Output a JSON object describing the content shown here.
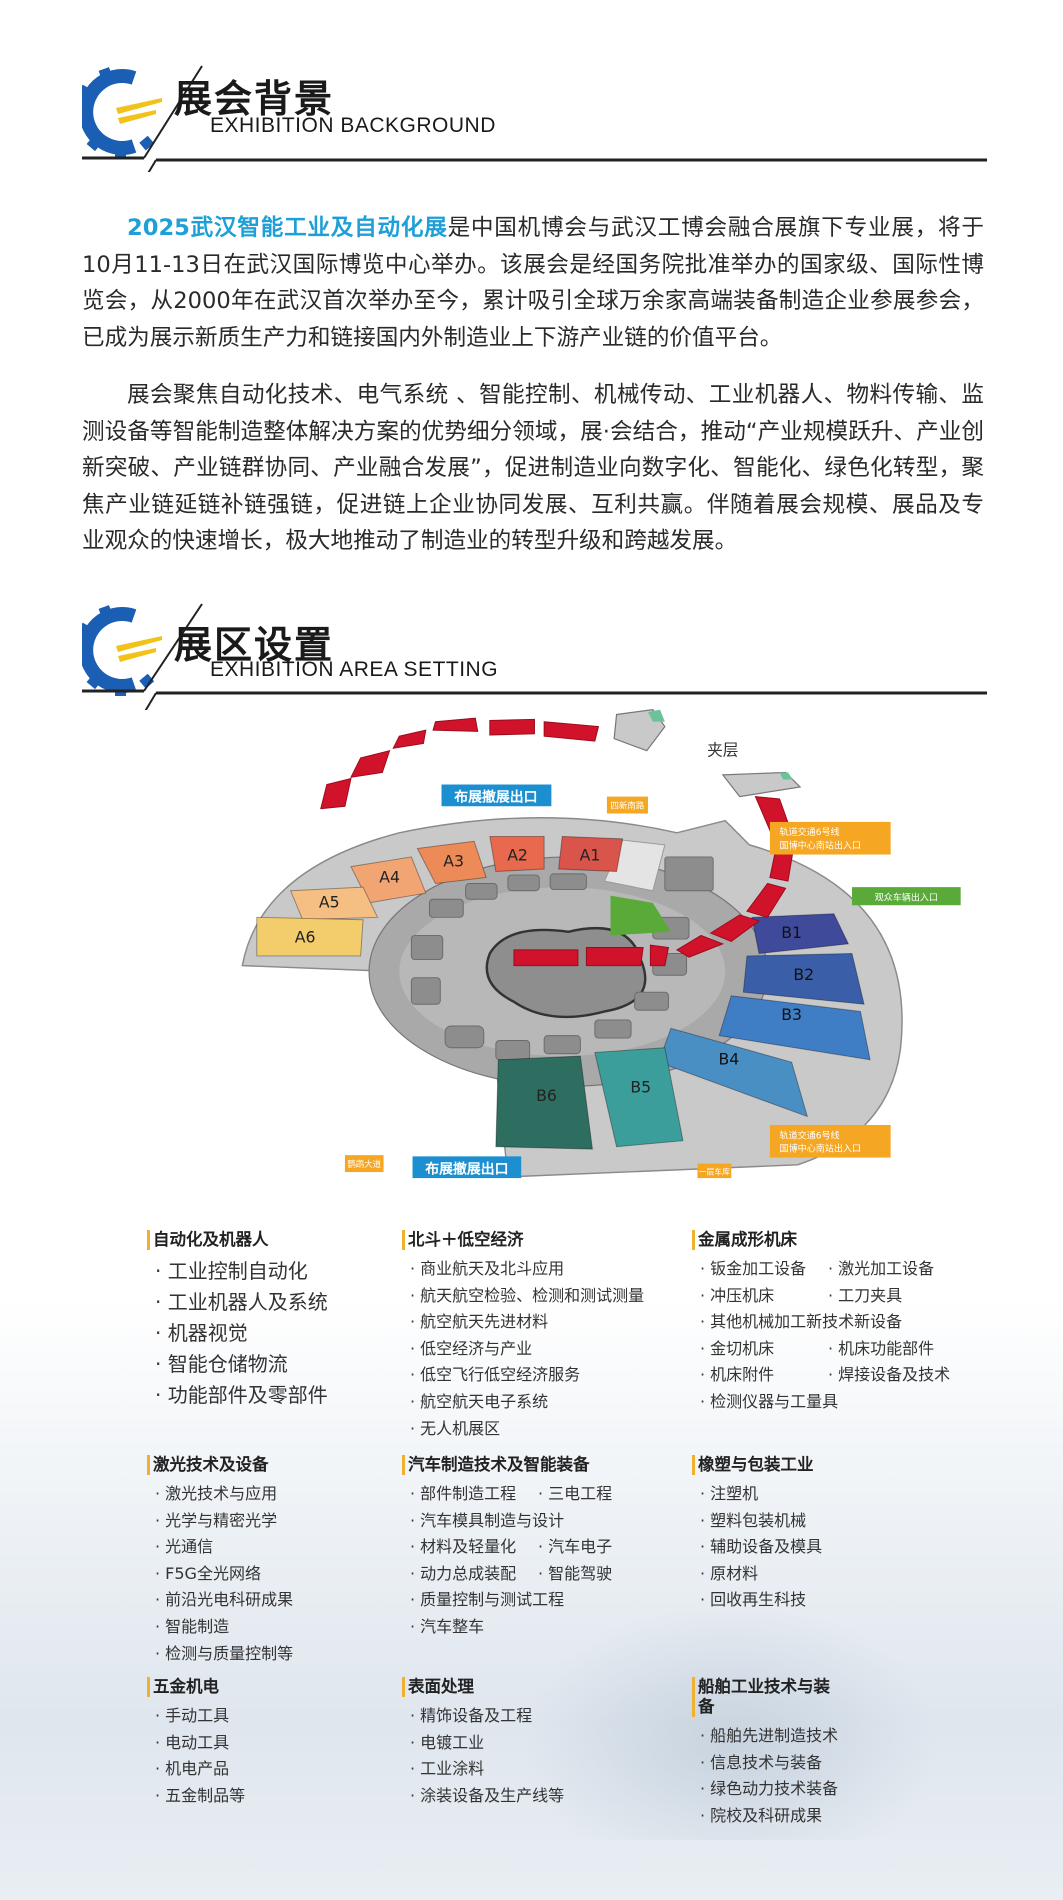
{
  "section1": {
    "title": "展会背景",
    "subtitle": "EXHIBITION BACKGROUND"
  },
  "intro": {
    "highlight": "2025武汉智能工业及自动化展",
    "p1": "是中国机博会与武汉工博会融合展旗下专业展，将于10月11-13日在武汉国际博览中心举办。该展会是经国务院批准举办的国家级、国际性博览会，从2000年在武汉首次举办至今，累计吸引全球万余家高端装备制造企业参展参会，已成为展示新质生产力和链接国内外制造业上下游产业链的价值平台。",
    "p2": "展会聚焦自动化技术、电气系统 、智能控制、机械传动、工业机器人、物料传输、监测设备等智能制造整体解决方案的优势细分领域，展·会结合，推动“产业规模跃升、产业创新突破、产业链群协同、产业融合发展”，促进制造业向数字化、智能化、绿色化转型，聚焦产业链延链补链强链，促进链上企业协同发展、互利共赢。伴随着展会规模、展品及专业观众的快速增长，极大地推动了制造业的转型升级和跨越发展。"
  },
  "section2": {
    "title": "展区设置",
    "subtitle": "EXHIBITION AREA SETTING"
  },
  "map": {
    "mezzanine": "夹层",
    "halls_a": [
      "A1",
      "A2",
      "A3",
      "A4",
      "A5",
      "A6"
    ],
    "halls_b": [
      "B1",
      "B2",
      "B3",
      "B4",
      "B5",
      "B6"
    ],
    "exit_top": "布展撤展出口",
    "exit_bottom": "布展撤展出口",
    "road_north": "四新南路",
    "metro_top": [
      "轨道交通6号线",
      "国博中心南站出入口"
    ],
    "metro_bottom": [
      "轨道交通6号线",
      "国博中心南站出入口"
    ],
    "visitor_vehicle": "观众车辆出入口",
    "road_west": "鹦鹉大道",
    "garage": "一层车库",
    "colors": {
      "a": [
        "#d9544a",
        "#e8694d",
        "#ec8a58",
        "#f0a572",
        "#f5bf84",
        "#f3cc6c"
      ],
      "b": [
        "#3f4a9a",
        "#3a5fa8",
        "#3f7ec4",
        "#4a8fc4",
        "#3c9e9a",
        "#2e6e60"
      ],
      "red": "#d0122a",
      "orange": "#f5a623",
      "blue": "#1b8fd0",
      "green": "#5aaa3a"
    }
  },
  "categories": [
    {
      "title": "自动化及机器人",
      "big": true,
      "items": [
        [
          "工业控制自动化"
        ],
        [
          "工业机器人及系统"
        ],
        [
          "机器视觉"
        ],
        [
          "智能仓储物流"
        ],
        [
          "功能部件及零部件"
        ]
      ]
    },
    {
      "title": "北斗＋低空经济",
      "items": [
        [
          "商业航天及北斗应用"
        ],
        [
          "航天航空检验、检测和测试测量"
        ],
        [
          "航空航天先进材料"
        ],
        [
          "低空经济与产业"
        ],
        [
          "低空飞行低空经济服务"
        ],
        [
          "航空航天电子系统"
        ],
        [
          "无人机展区"
        ]
      ]
    },
    {
      "title": "金属成形机床",
      "items": [
        [
          "钣金加工设备",
          "激光加工设备"
        ],
        [
          "冲压机床",
          "工刀夹具"
        ],
        [
          "其他机械加工新技术新设备"
        ],
        [
          "金切机床",
          "机床功能部件"
        ],
        [
          "机床附件",
          "焊接设备及技术"
        ],
        [
          "检测仪器与工量具"
        ]
      ]
    },
    {
      "title": "激光技术及设备",
      "items": [
        [
          "激光技术与应用"
        ],
        [
          "光学与精密光学"
        ],
        [
          "光通信"
        ],
        [
          "F5G全光网络"
        ],
        [
          "前沿光电科研成果"
        ],
        [
          "智能制造"
        ],
        [
          "检测与质量控制等"
        ]
      ]
    },
    {
      "title": "汽车制造技术及智能装备",
      "items": [
        [
          "部件制造工程",
          "三电工程"
        ],
        [
          "汽车模具制造与设计"
        ],
        [
          "材料及轻量化",
          "汽车电子"
        ],
        [
          "动力总成装配",
          "智能驾驶"
        ],
        [
          "质量控制与测试工程"
        ],
        [
          "汽车整车"
        ]
      ]
    },
    {
      "title": "橡塑与包装工业",
      "items": [
        [
          "注塑机"
        ],
        [
          "塑料包装机械"
        ],
        [
          "辅助设备及模具"
        ],
        [
          "原材料"
        ],
        [
          "回收再生科技"
        ]
      ]
    },
    {
      "title": "五金机电",
      "items": [
        [
          "手动工具"
        ],
        [
          "电动工具"
        ],
        [
          "机电产品"
        ],
        [
          "五金制品等"
        ]
      ]
    },
    {
      "title": "表面处理",
      "items": [
        [
          "精饰设备及工程"
        ],
        [
          "电镀工业"
        ],
        [
          "工业涂料"
        ],
        [
          "涂装设备及生产线等"
        ]
      ]
    },
    {
      "title": "船舶工业技术与装备",
      "items": [
        [
          "船舶先进制造技术"
        ],
        [
          "信息技术与装备"
        ],
        [
          "绿色动力技术装备"
        ],
        [
          "院校及科研成果"
        ]
      ]
    }
  ]
}
